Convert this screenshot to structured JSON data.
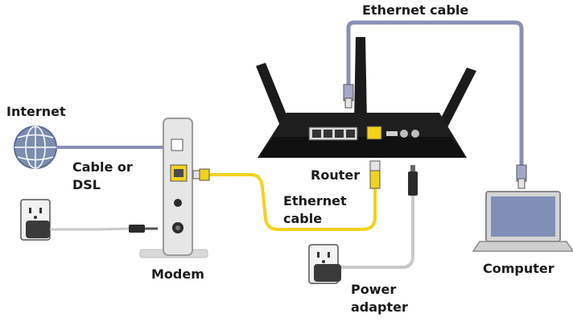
{
  "labels": {
    "ethernet_top": "Ethernet cable",
    "internet": "Internet",
    "cable_dsl_line1": "Cable or",
    "cable_dsl_line2": "DSL",
    "router": "Router",
    "ethernet_mid_line1": "Ethernet",
    "ethernet_mid_line2": "cable",
    "modem": "Modem",
    "computer": "Computer",
    "power_line1": "Power",
    "power_line2": "adapter"
  },
  "colors": {
    "ethernet_cable_blue": "#8a8fb8",
    "ethernet_cable_yellow": "#f2d21b",
    "power_cable": "#c9c9c9",
    "router_body": "#1b1b1b",
    "modem_body": "#e6e6e6",
    "globe": "#7c8db0",
    "laptop_screen": "#7f8fb5"
  },
  "icons": [
    "globe-icon",
    "modem-icon",
    "router-icon",
    "laptop-icon",
    "wall-outlet-icon",
    "power-plug-icon",
    "ethernet-plug-icon"
  ]
}
